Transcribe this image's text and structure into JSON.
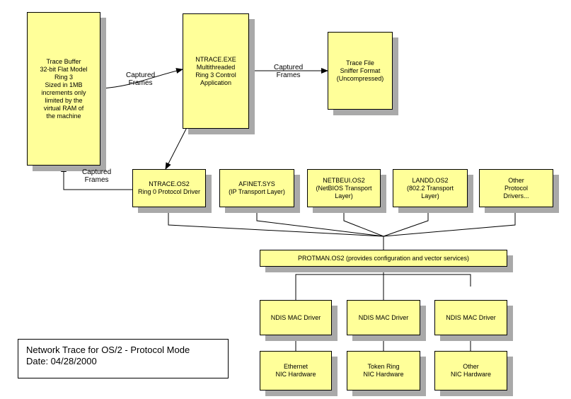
{
  "boxes": {
    "trace_buffer": [
      "Trace Buffer",
      "32-bit Flat Model",
      "Ring 3",
      "Sized in 1MB",
      "increments only",
      "limited by the",
      "virtual RAM of",
      "the machine"
    ],
    "ntrace_exe": [
      "NTRACE.EXE",
      "Multithreaded",
      "Ring 3 Control",
      "Application"
    ],
    "trace_file": [
      "Trace File",
      "Sniffer Format",
      "(Uncompressed)"
    ],
    "ntrace_os2": [
      "NTRACE.OS2",
      "Ring 0 Protocol Driver"
    ],
    "afinet": [
      "AFINET.SYS",
      "(IP Transport Layer)"
    ],
    "netbeui": [
      "NETBEUI.OS2",
      "(NetBIOS Transport",
      "Layer)"
    ],
    "landd": [
      "LANDD.OS2",
      "(802.2 Transport",
      "Layer)"
    ],
    "other_protocol": [
      "Other",
      "Protocol",
      "Drivers..."
    ],
    "protman": [
      "PROTMAN.OS2 (provides configuration and vector services)"
    ],
    "ndis_1": [
      "NDIS MAC Driver"
    ],
    "ndis_2": [
      "NDIS MAC Driver"
    ],
    "ndis_3": [
      "NDIS MAC Driver"
    ],
    "nic_ethernet": [
      "Ethernet",
      "NIC Hardware"
    ],
    "nic_token_ring": [
      "Token Ring",
      "NIC Hardware"
    ],
    "nic_other": [
      "Other",
      "NIC Hardware"
    ]
  },
  "labels": {
    "captured_1": [
      "Captured",
      "Frames"
    ],
    "captured_2": [
      "Captured",
      "Frames"
    ],
    "captured_3": [
      "Captured",
      "Frames"
    ]
  },
  "title": {
    "line1": "Network Trace for OS/2 - Protocol Mode",
    "line2": "Date: 04/28/2000"
  }
}
